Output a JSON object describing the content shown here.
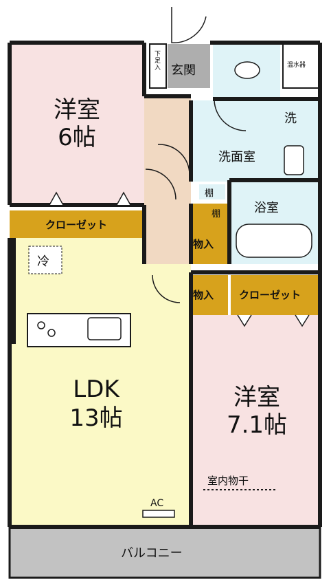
{
  "rooms": {
    "western_room_1": {
      "name": "洋室",
      "size": "6帖"
    },
    "western_room_2": {
      "name": "洋室",
      "size": "7.1帖"
    },
    "ldk": {
      "name": "LDK",
      "size": "13帖"
    },
    "entrance": "玄関",
    "shoe_box": "下足入",
    "water_heater": "温水器",
    "laundry": "洗",
    "washroom": "洗面室",
    "bathroom": "浴室",
    "shelf_1": "棚",
    "shelf_2": "棚",
    "storage_1": "物入",
    "storage_2": "物入",
    "closet_1": "クローゼット",
    "closet_2": "クローゼット",
    "fridge": "冷",
    "indoor_drying": "室内物干",
    "ac": "AC",
    "balcony": "バルコニー"
  },
  "colors": {
    "western_room": "#f8e2e2",
    "ldk": "#fbf9c6",
    "hall": "#f1d9c2",
    "wet_area": "#dff3f7",
    "storage": "#d7a21c",
    "balcony": "#c2c2c2",
    "entrance": "#aeaeae",
    "wall": "#1a1a1a"
  }
}
